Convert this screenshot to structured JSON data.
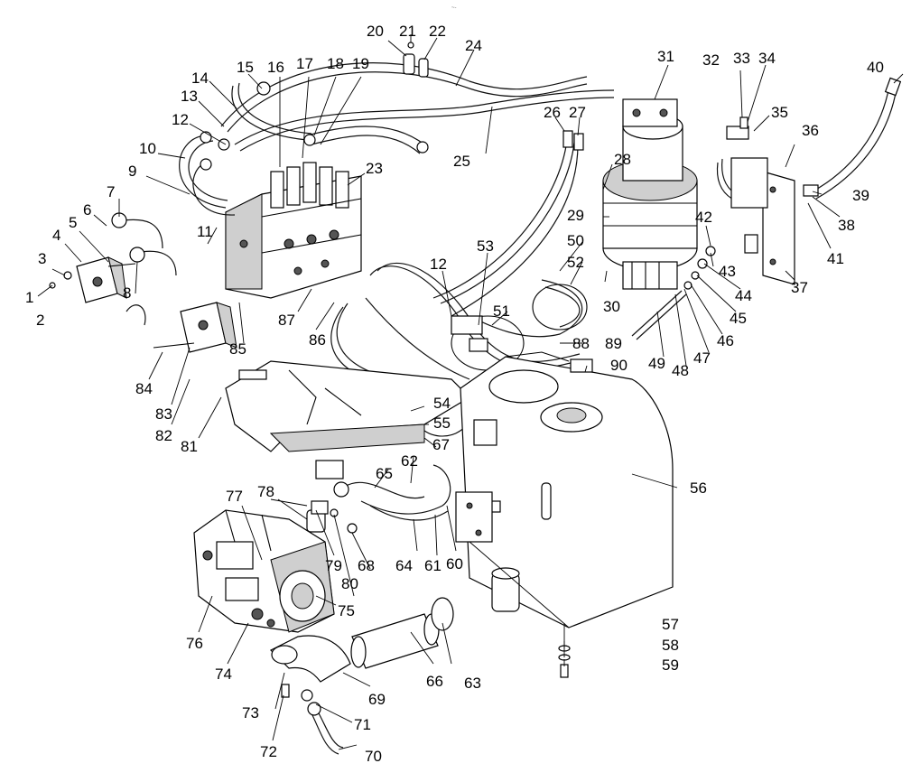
{
  "header_mark": "~-",
  "callouts": [
    {
      "id": "1",
      "label": "1"
    },
    {
      "id": "2",
      "label": "2"
    },
    {
      "id": "3",
      "label": "3"
    },
    {
      "id": "4",
      "label": "4"
    },
    {
      "id": "5",
      "label": "5"
    },
    {
      "id": "6",
      "label": "6"
    },
    {
      "id": "7",
      "label": "7"
    },
    {
      "id": "8",
      "label": "8"
    },
    {
      "id": "9",
      "label": "9"
    },
    {
      "id": "10",
      "label": "10"
    },
    {
      "id": "11",
      "label": "11"
    },
    {
      "id": "12a",
      "label": "12"
    },
    {
      "id": "12b",
      "label": "12"
    },
    {
      "id": "13",
      "label": "13"
    },
    {
      "id": "14",
      "label": "14"
    },
    {
      "id": "15",
      "label": "15"
    },
    {
      "id": "16",
      "label": "16"
    },
    {
      "id": "17",
      "label": "17"
    },
    {
      "id": "18",
      "label": "18"
    },
    {
      "id": "19",
      "label": "19"
    },
    {
      "id": "20",
      "label": "20"
    },
    {
      "id": "21",
      "label": "21"
    },
    {
      "id": "22",
      "label": "22"
    },
    {
      "id": "23",
      "label": "23"
    },
    {
      "id": "24",
      "label": "24"
    },
    {
      "id": "25",
      "label": "25"
    },
    {
      "id": "26",
      "label": "26"
    },
    {
      "id": "27",
      "label": "27"
    },
    {
      "id": "28",
      "label": "28"
    },
    {
      "id": "29",
      "label": "29"
    },
    {
      "id": "30",
      "label": "30"
    },
    {
      "id": "31",
      "label": "31"
    },
    {
      "id": "32",
      "label": "32"
    },
    {
      "id": "33",
      "label": "33"
    },
    {
      "id": "34",
      "label": "34"
    },
    {
      "id": "35",
      "label": "35"
    },
    {
      "id": "36",
      "label": "36"
    },
    {
      "id": "37",
      "label": "37"
    },
    {
      "id": "38",
      "label": "38"
    },
    {
      "id": "39",
      "label": "39"
    },
    {
      "id": "40",
      "label": "40"
    },
    {
      "id": "41",
      "label": "41"
    },
    {
      "id": "42",
      "label": "42"
    },
    {
      "id": "43",
      "label": "43"
    },
    {
      "id": "44",
      "label": "44"
    },
    {
      "id": "45",
      "label": "45"
    },
    {
      "id": "46",
      "label": "46"
    },
    {
      "id": "47",
      "label": "47"
    },
    {
      "id": "48",
      "label": "48"
    },
    {
      "id": "49",
      "label": "49"
    },
    {
      "id": "50",
      "label": "50"
    },
    {
      "id": "51",
      "label": "51"
    },
    {
      "id": "52",
      "label": "52"
    },
    {
      "id": "53",
      "label": "53"
    },
    {
      "id": "54",
      "label": "54"
    },
    {
      "id": "55",
      "label": "55"
    },
    {
      "id": "56",
      "label": "56"
    },
    {
      "id": "57",
      "label": "57"
    },
    {
      "id": "58",
      "label": "58"
    },
    {
      "id": "59",
      "label": "59"
    },
    {
      "id": "60",
      "label": "60"
    },
    {
      "id": "61",
      "label": "61"
    },
    {
      "id": "62",
      "label": "62"
    },
    {
      "id": "63",
      "label": "63"
    },
    {
      "id": "64",
      "label": "64"
    },
    {
      "id": "65",
      "label": "65"
    },
    {
      "id": "66",
      "label": "66"
    },
    {
      "id": "67",
      "label": "67"
    },
    {
      "id": "68",
      "label": "68"
    },
    {
      "id": "69",
      "label": "69"
    },
    {
      "id": "70",
      "label": "70"
    },
    {
      "id": "71",
      "label": "71"
    },
    {
      "id": "72",
      "label": "72"
    },
    {
      "id": "73",
      "label": "73"
    },
    {
      "id": "74",
      "label": "74"
    },
    {
      "id": "75",
      "label": "75"
    },
    {
      "id": "76",
      "label": "76"
    },
    {
      "id": "77",
      "label": "77"
    },
    {
      "id": "78",
      "label": "78"
    },
    {
      "id": "79",
      "label": "79"
    },
    {
      "id": "80",
      "label": "80"
    },
    {
      "id": "81",
      "label": "81"
    },
    {
      "id": "82",
      "label": "82"
    },
    {
      "id": "83",
      "label": "83"
    },
    {
      "id": "84",
      "label": "84"
    },
    {
      "id": "85",
      "label": "85"
    },
    {
      "id": "86",
      "label": "86"
    },
    {
      "id": "87",
      "label": "87"
    },
    {
      "id": "88",
      "label": "88"
    },
    {
      "id": "89",
      "label": "89"
    },
    {
      "id": "90",
      "label": "90"
    }
  ]
}
